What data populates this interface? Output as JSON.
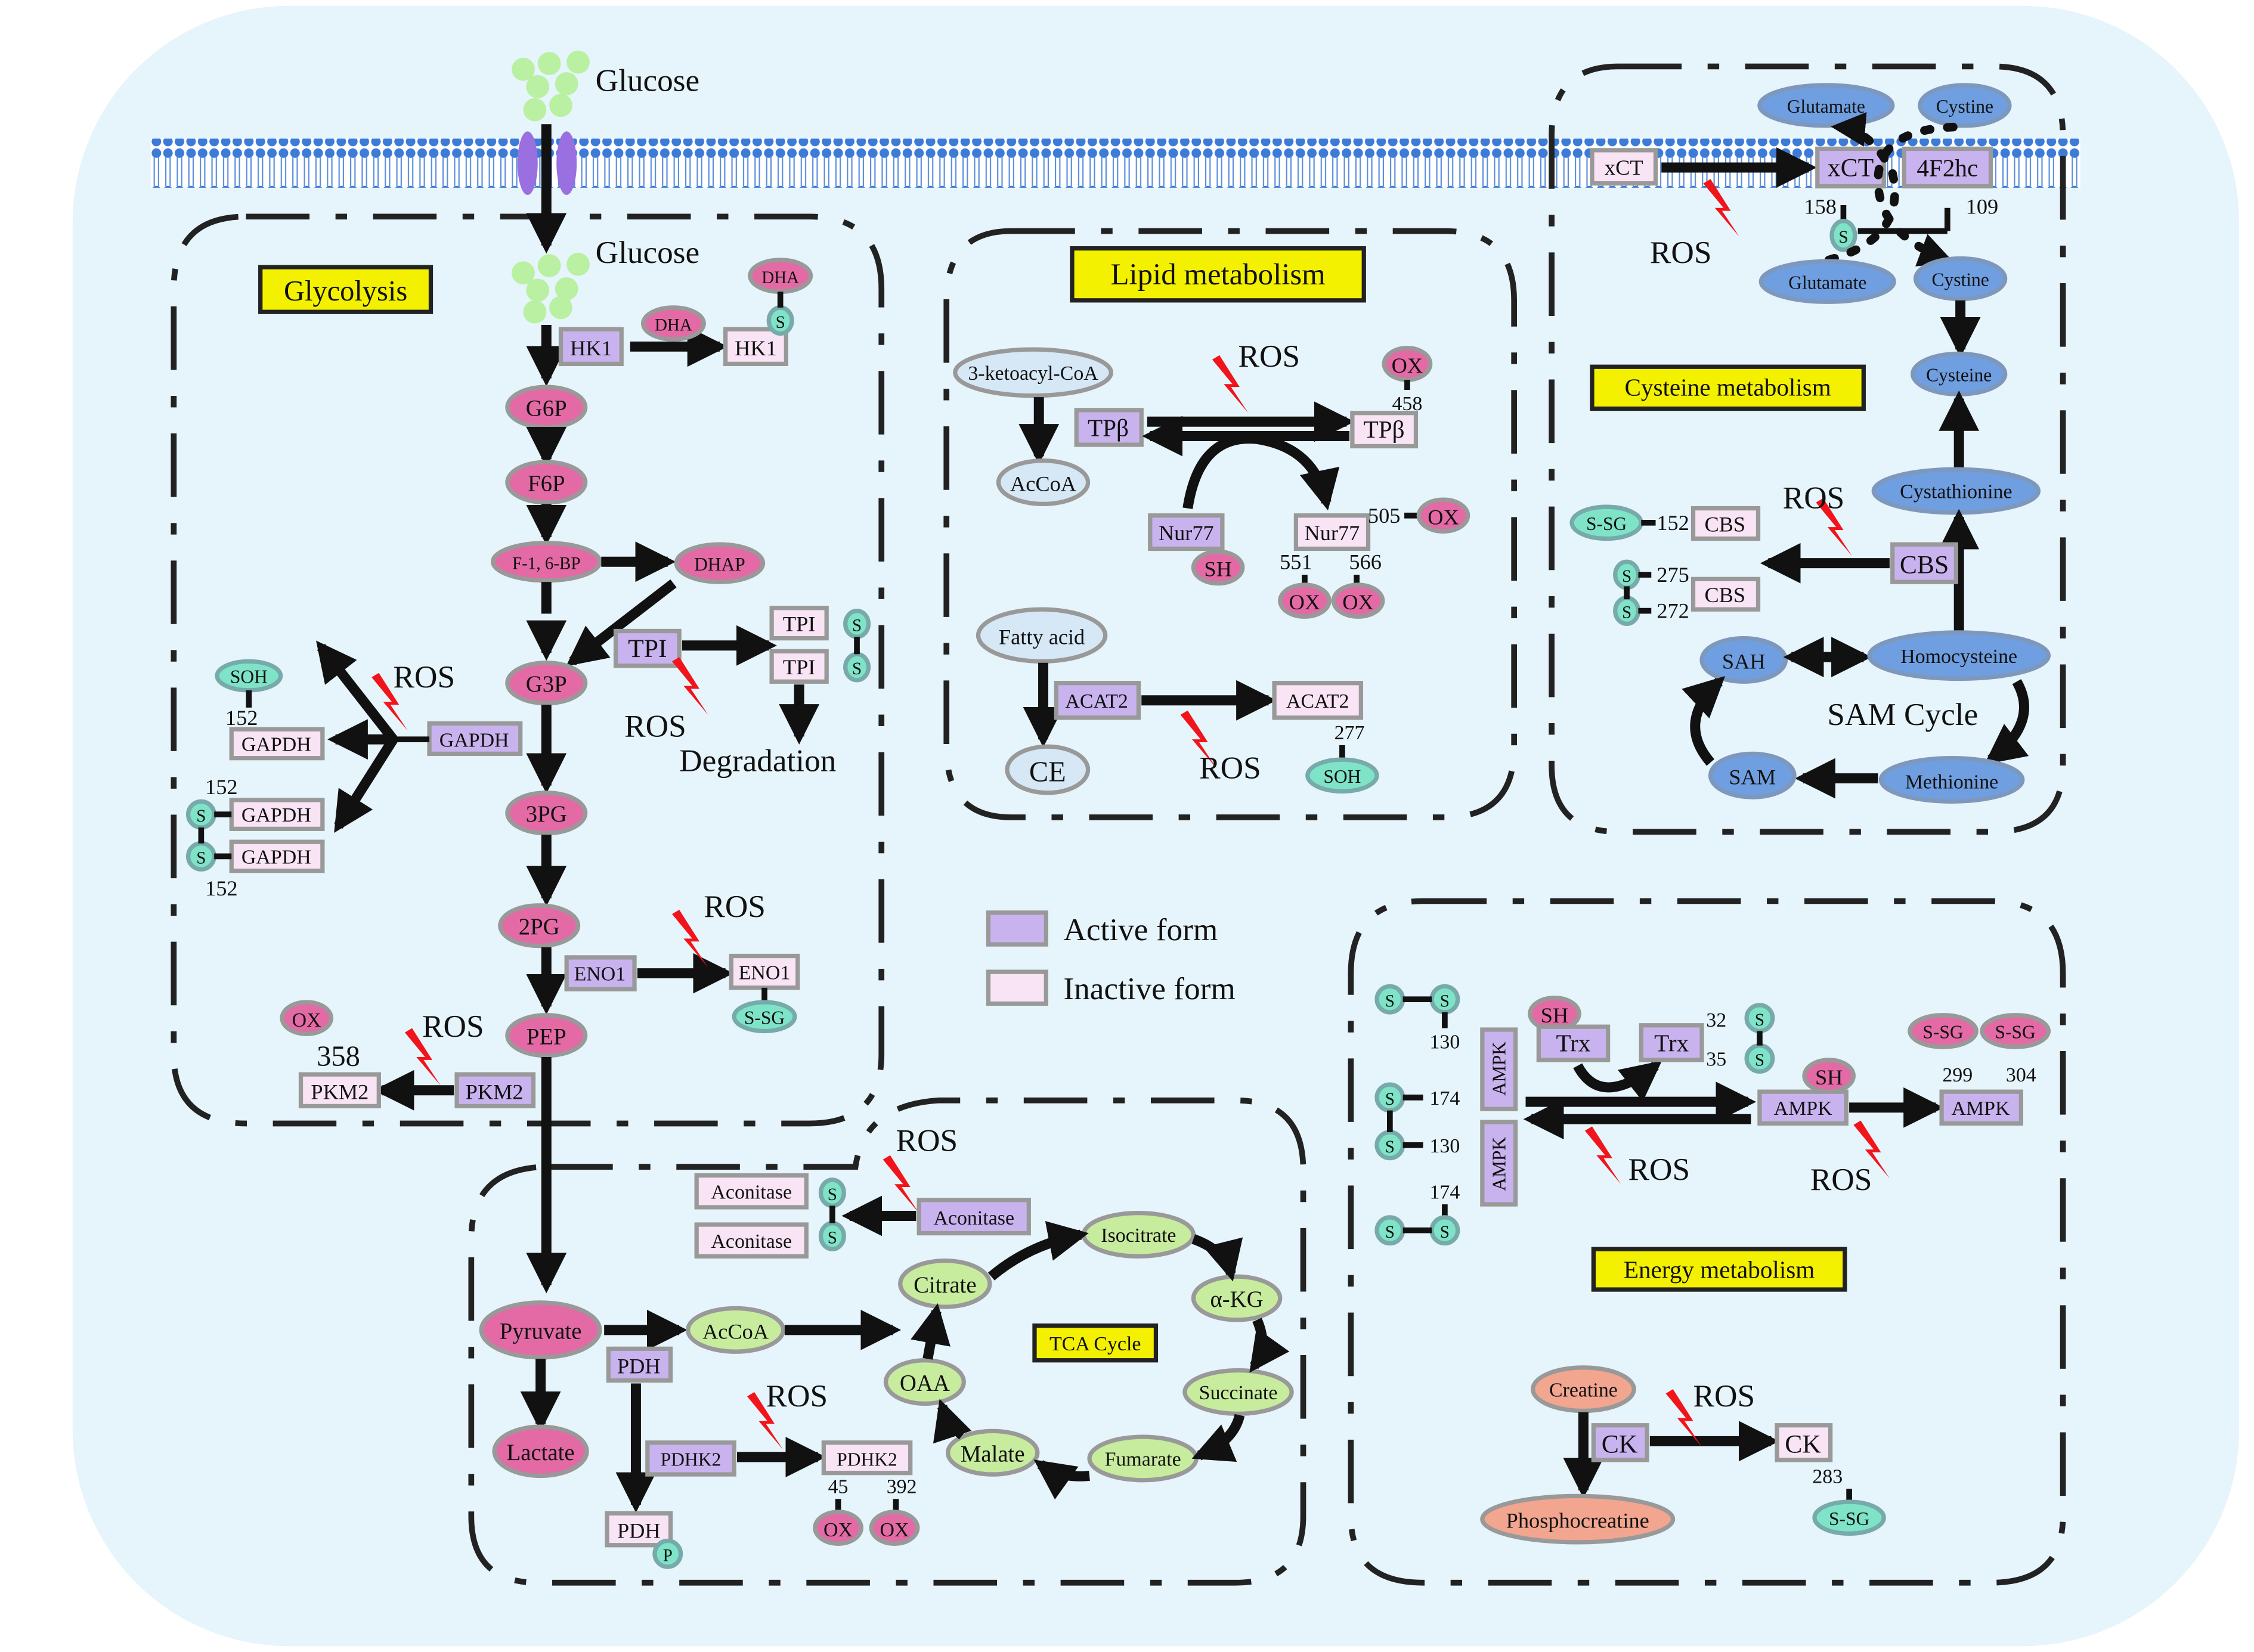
{
  "membrane": {
    "glucose_out": "Glucose",
    "glucose_in": "Glucose"
  },
  "glycolysis": {
    "title": "Glycolysis",
    "metabolites": {
      "g6p": "G6P",
      "f6p": "F6P",
      "f16bp": "F-1, 6-BP",
      "dhap": "DHAP",
      "g3p": "G3P",
      "pg3": "3PG",
      "pg2": "2PG",
      "pep": "PEP"
    },
    "hk1": "HK1",
    "dha": "DHA",
    "tpi": "TPI",
    "degradation": "Degradation",
    "gapdh": "GAPDH",
    "soh": "SOH",
    "site_152": "152",
    "eno1": "ENO1",
    "pkm2": "PKM2",
    "ox": "OX",
    "site_358": "358"
  },
  "tca": {
    "title": "TCA Cycle",
    "pyruvate": "Pyruvate",
    "lactate": "Lactate",
    "pdh": "PDH",
    "p": "P",
    "pdhk2": "PDHK2",
    "site_45": "45",
    "site_392": "392",
    "acetyl_coa": "AcCoA",
    "aconitase": "Aconitase",
    "cycle": [
      "Citrate",
      "Isocitrate",
      "α-KG",
      "Succinate",
      "Fumarate",
      "Malate",
      "OAA"
    ]
  },
  "lipid": {
    "title": "Lipid metabolism",
    "ketoacyl": "3-ketoacyl-CoA",
    "accoa": "AcCoA",
    "tpb": "TPβ",
    "site_458": "458",
    "nur77": "Nur77",
    "sh": "SH",
    "site_505": "505",
    "site_551": "551",
    "site_566": "566",
    "fatty_acid": "Fatty acid",
    "acat2": "ACAT2",
    "ce": "CE",
    "site_277": "277"
  },
  "cysteine": {
    "title": "Cysteine metabolism",
    "xct": "xCT",
    "f2hc": "4F2hc",
    "glutamate": "Glutamate",
    "cystine": "Cystine",
    "cysteine": "Cysteine",
    "site_158": "158",
    "site_109": "109",
    "s": "S",
    "cystathionine": "Cystathionine",
    "cbs": "CBS",
    "s_sg": "S-SG",
    "site_152": "152",
    "site_275": "275",
    "site_272": "272",
    "sah": "SAH",
    "sam": "SAM",
    "homocysteine": "Homocysteine",
    "methionine": "Methionine",
    "sam_cycle": "SAM Cycle"
  },
  "energy": {
    "title": "Energy metabolism",
    "ampk": "AMPK",
    "trx": "Trx",
    "sh": "SH",
    "s_sg": "S-SG",
    "site_130": "130",
    "site_174": "174",
    "site_32": "32",
    "site_35": "35",
    "site_299": "299",
    "site_304": "304",
    "creatine": "Creatine",
    "phosphocreatine": "Phosphocreatine",
    "ck": "CK",
    "site_283": "283"
  },
  "legend": {
    "active": "Active form",
    "inactive": "Inactive form"
  },
  "ros": "ROS",
  "colors": {
    "active": "#c9b3ef",
    "inactive": "#f8e4f4",
    "highlight": "#f3f000",
    "ros": "#f2141b",
    "cell": "#e6f4fb"
  }
}
